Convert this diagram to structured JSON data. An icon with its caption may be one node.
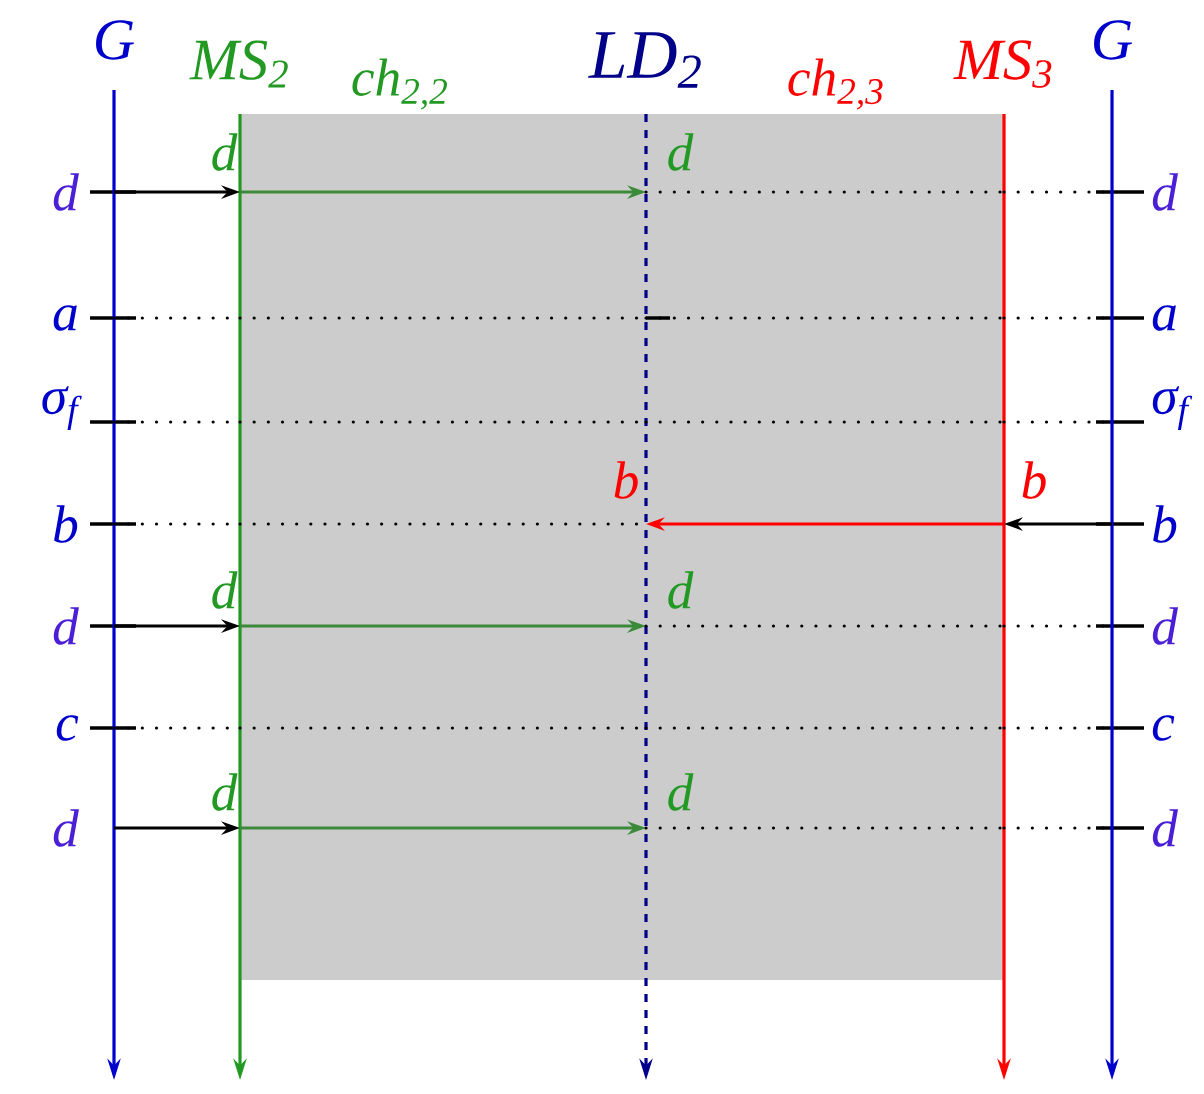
{
  "diagram": {
    "nodes": [
      {
        "text": [
          "G"
        ]
      },
      {
        "text": [
          "MS$_{2}$"
        ]
      },
      {
        "text": [
          "LD$_{2}$"
        ]
      },
      {
        "text": [
          "MS$_{3}$"
        ]
      },
      {
        "text": [
          "G"
        ]
      }
    ],
    "edges": [
      {
        "from": 0,
        "to": 1,
        "arrow": "to"
      },
      {
        "from": 1,
        "to": 2,
        "arrow": "to",
        "color": "#3a8a3a"
      },
      {
        "from": 2,
        "to": 3,
        "arrow": "none",
        "style": "dashed"
      },
      {
        "from": 3,
        "to": 4,
        "arrow": "none",
        "style": "dashed"
      },
      {
        "from": 0,
        "to": 1,
        "arrow": "none",
        "style": "dashed"
      },
      {
        "from": 1,
        "to": 2,
        "arrow": "none",
        "style": "dashed"
      },
      {
        "from": 2,
        "to": 3,
        "arrow": "none",
        "style": "dashed"
      },
      {
        "from": 3,
        "to": 4,
        "arrow": "none",
        "style": "dashed"
      },
      {
        "from": 0,
        "to": 1,
        "arrow": "none",
        "style": "dashed"
      },
      {
        "from": 1,
        "to": 2,
        "arrow": "none",
        "style": "dashed"
      },
      {
        "from": 2,
        "to": 3,
        "arrow": "none",
        "style": "dashed"
      },
      {
        "from": 3,
        "to": 4,
        "arrow": "none",
        "style": "dashed"
      },
      {
        "from": 0,
        "to": 1,
        "arrow": "none",
        "style": "dashed"
      },
      {
        "from": 1,
        "to": 2,
        "arrow": "none",
        "style": "dashed"
      },
      {
        "from": 3,
        "to": 2,
        "arrow": "to",
        "color": "#ff0000"
      },
      {
        "from": 4,
        "to": 3,
        "arrow": "to"
      },
      {
        "from": 0,
        "to": 1,
        "arrow": "to"
      },
      {
        "from": 1,
        "to": 2,
        "arrow": "to",
        "color": "#3a8a3a"
      },
      {
        "from": 2,
        "to": 3,
        "arrow": "none",
        "style": "dashed"
      },
      {
        "from": 3,
        "to": 4,
        "arrow": "none",
        "style": "dashed"
      },
      {
        "from": 0,
        "to": 1,
        "arrow": "none",
        "style": "dashed"
      },
      {
        "from": 1,
        "to": 2,
        "arrow": "none",
        "style": "dashed"
      },
      {
        "from": 2,
        "to": 3,
        "arrow": "none",
        "style": "dashed"
      },
      {
        "from": 3,
        "to": 4,
        "arrow": "none",
        "style": "dashed"
      },
      {
        "from": 0,
        "to": 1,
        "arrow": "to"
      },
      {
        "from": 1,
        "to": 2,
        "arrow": "to",
        "color": "#3a8a3a"
      },
      {
        "from": 2,
        "to": 3,
        "arrow": "none",
        "style": "dashed"
      },
      {
        "from": 3,
        "to": 4,
        "arrow": "none",
        "style": "dashed"
      }
    ],
    "labels": [
      "ch$_{2,2}$",
      "ch$_{2,3}$",
      "d",
      "d",
      "d",
      "d",
      "a",
      "a",
      "σ$_{f}$",
      "σ$_{f}$",
      "b",
      "b",
      "b",
      "b",
      "d",
      "d",
      "d",
      "d",
      "c",
      "c",
      "d",
      "d",
      "d",
      "d"
    ]
  }
}
